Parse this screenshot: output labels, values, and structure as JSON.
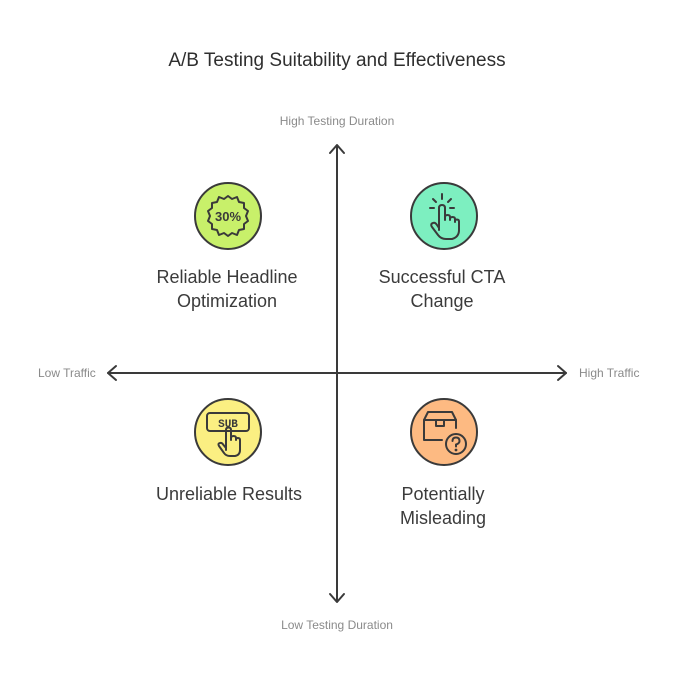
{
  "title": "A/B Testing Suitability and Effectiveness",
  "axes": {
    "top": "High Testing Duration",
    "bottom": "Low Testing Duration",
    "left": "Low Traffic",
    "right": "High Traffic"
  },
  "quadrants": {
    "top_left": {
      "label_line1": "Reliable Headline",
      "label_line2": "Optimization",
      "icon": "badge-30-percent-icon",
      "icon_text": "30%",
      "color": "#c8f06a"
    },
    "top_right": {
      "label_line1": "Successful CTA",
      "label_line2": "Change",
      "icon": "tap-hand-icon",
      "color": "#7defc0"
    },
    "bottom_left": {
      "label_line1": "Unreliable Results",
      "label_line2": "",
      "icon": "subscribe-click-icon",
      "icon_text": "SUB",
      "color": "#fbef82"
    },
    "bottom_right": {
      "label_line1": "Potentially",
      "label_line2": "Misleading",
      "icon": "package-question-icon",
      "color": "#fdba82"
    }
  },
  "colors": {
    "axis": "#3a3a3a",
    "outline": "#3a3a3a"
  }
}
